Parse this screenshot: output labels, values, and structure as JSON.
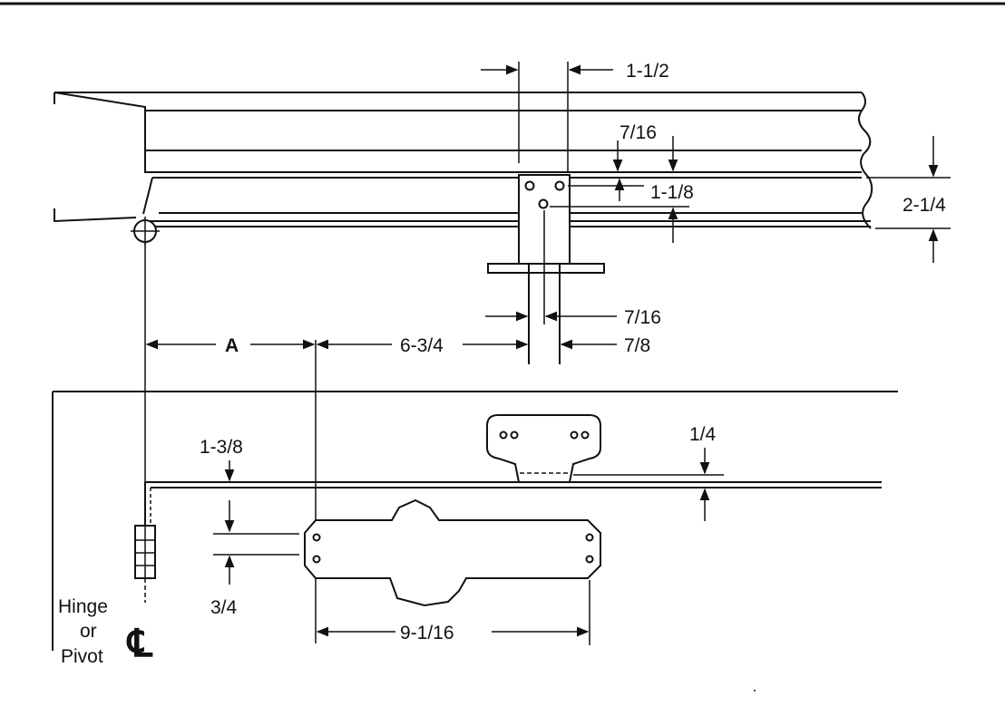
{
  "labels": {
    "dim_1_1_2": "1-1/2",
    "dim_7_16_top": "7/16",
    "dim_1_1_8": "1-1/8",
    "dim_2_1_4": "2-1/4",
    "dim_7_16_mid": "7/16",
    "dim_7_8": "7/8",
    "dim_A": "A",
    "dim_6_3_4": "6-3/4",
    "dim_1_3_8": "1-3/8",
    "dim_1_4": "1/4",
    "dim_3_4": "3/4",
    "dim_9_1_16": "9-1/16",
    "hinge_line1": "Hinge",
    "hinge_line2": "or",
    "hinge_line3": "Pivot",
    "centerline_symbol": "℄"
  }
}
